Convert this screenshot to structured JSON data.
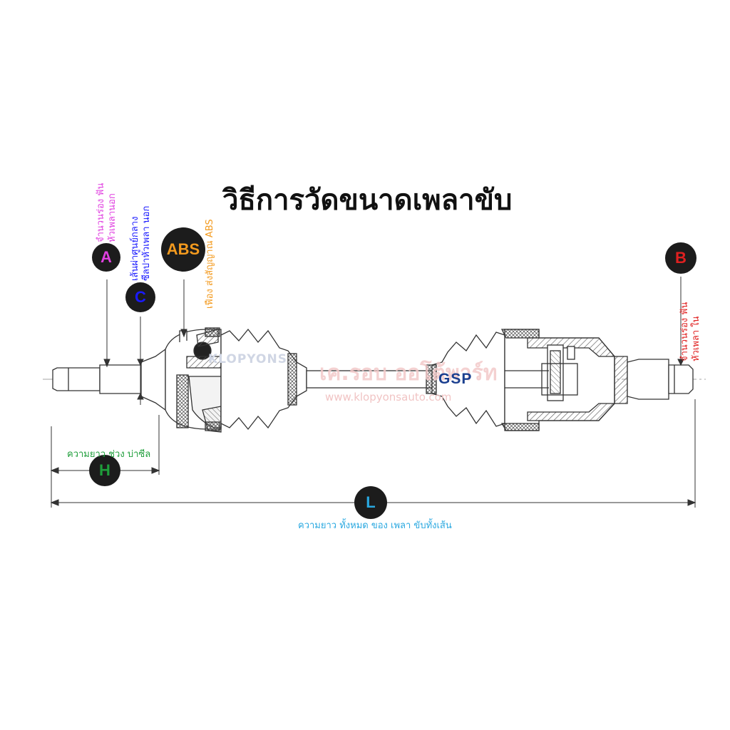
{
  "title": "วิธีการวัดขนาดเพลาขับ",
  "markers": {
    "A": {
      "letter": "A",
      "color": "#e040e0",
      "label_line1": "จำนวนร่อง ฟัน",
      "label_line2": "หัวเพลานอก"
    },
    "C": {
      "letter": "C",
      "color": "#1a1aff",
      "label_line1": "เส้นผ่าศูนย์กลาง",
      "label_line2": "ซีลปาหัวเพลา นอก"
    },
    "ABS": {
      "letter": "ABS",
      "color": "#f39a1e",
      "label": "เฟือง ส่งสัญญาณ ABS"
    },
    "B": {
      "letter": "B",
      "color": "#e02020",
      "label_line1": "จำนวนร่อง ฟัน",
      "label_line2": "หัวเพลา ใน"
    },
    "H": {
      "letter": "H",
      "color": "#1e9e3a",
      "label": "ความยาว ช่วง บ่าซีล"
    },
    "L": {
      "letter": "L",
      "color": "#29a8e0",
      "label": "ความยาว ทั้งหมด ของ เพลา ขับทั้งเส้น"
    }
  },
  "brand": {
    "logo": "GSP",
    "logo_color": "#1b3f8f"
  },
  "watermark": {
    "logo": "KLOPYONS",
    "shop": "เค.รอบ ออโต้พาร์ท",
    "url": "www.klopyonsauto.com"
  }
}
